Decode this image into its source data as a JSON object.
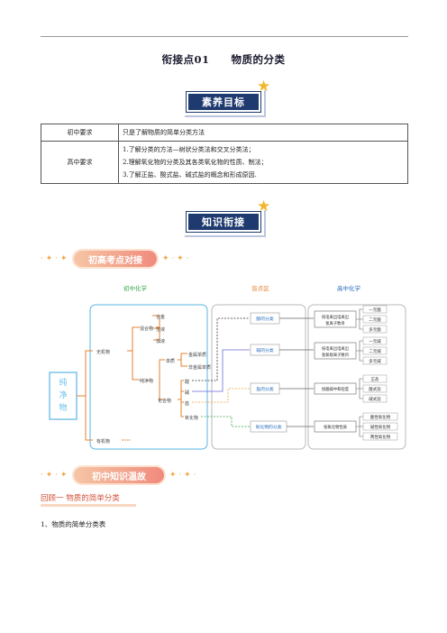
{
  "doc": {
    "title": "衔接点01　　物质的分类",
    "banner1": "素养目标",
    "banner2": "知识衔接",
    "requirements": [
      {
        "level": "初中要求",
        "items": [
          "只是了解物质的简单分类方法"
        ]
      },
      {
        "level": "高中要求",
        "items": [
          "1.了解分类的方法—树状分类法和交叉分类法；",
          "2.理解氧化物的分类及其各类氧化物的性质、制法；",
          "3.了解正盐、酸式盐、碱式盐的概念和形成原因."
        ]
      }
    ],
    "section1": "初高考点对接",
    "section2": "初中知识温故",
    "review_heading": "回顾一 物质的简单分类",
    "item1": "1、物质的简单分类表"
  },
  "diagram": {
    "col_junior": "初中化学",
    "col_blind": "盲点区",
    "col_senior": "高中化学",
    "root": "纯净物",
    "inorganic": "无机物",
    "organic": "有机物",
    "mixture": "混合物",
    "pure": "纯净物",
    "alloy": "合金",
    "solution": "溶液",
    "turbid": "浊液",
    "simple": "单质",
    "metal_el": "金属单质",
    "nonmetal_el": "非金属单质",
    "compound": "化合物",
    "acid": "酸",
    "base": "碱",
    "salt": "盐",
    "oxide": "氧化物",
    "acid_cls": "酸的分类",
    "base_cls": "碱的分类",
    "salt_cls": "盐的分类",
    "oxide_cls": "氧化物的分类",
    "acid_rule": "按电离出电离出氢离子数目",
    "base_rule": "按电离出电离出氢氧根离子数目",
    "salt_rule": "按酸碱中和程度",
    "oxide_rule": "按氧化物性质",
    "acid_types": [
      "一元酸",
      "二元酸",
      "多元酸"
    ],
    "base_types": [
      "一元碱",
      "二元碱",
      "多元碱"
    ],
    "salt_types": [
      "正盐",
      "酸式盐",
      "碱式盐"
    ],
    "oxide_types": [
      "酸性氧化物",
      "碱性氧化物",
      "两性氧化物"
    ]
  }
}
